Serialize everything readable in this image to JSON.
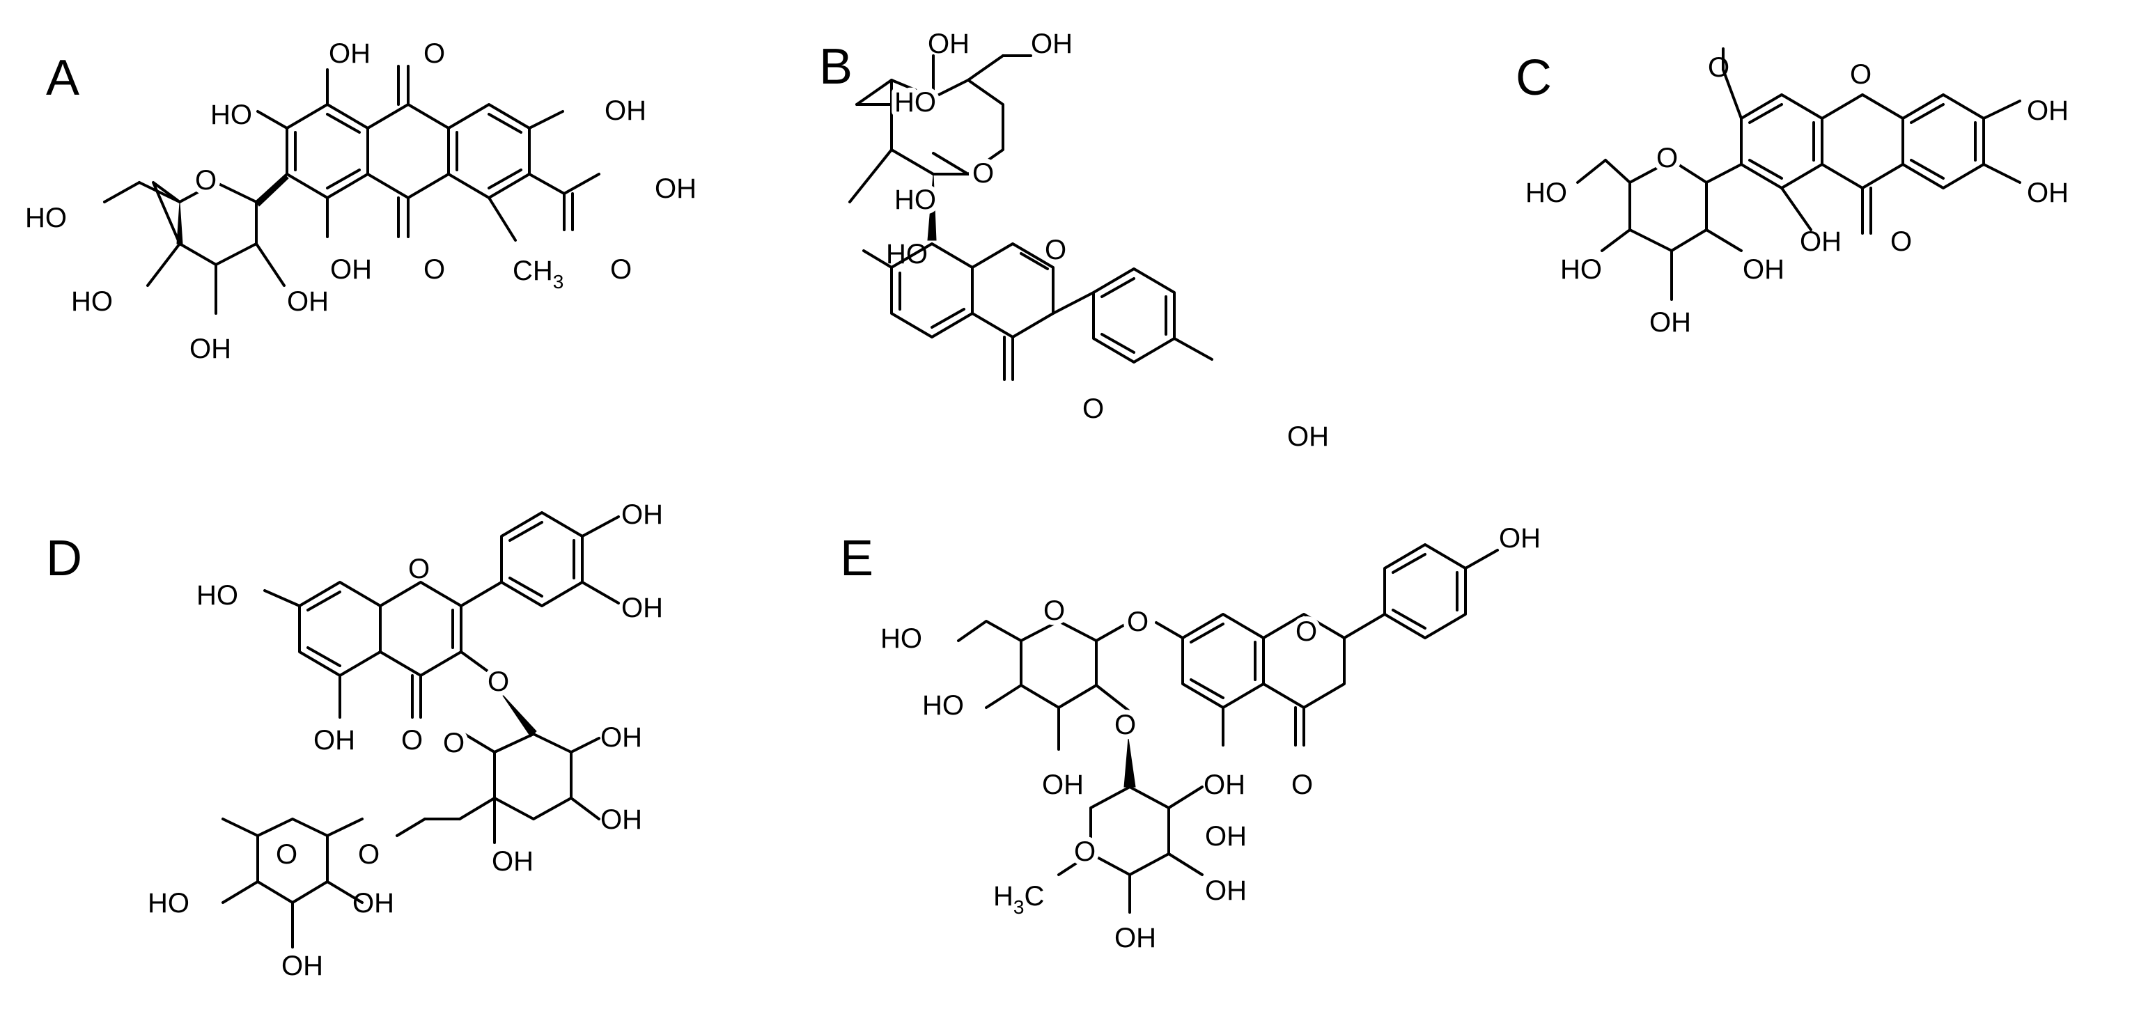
{
  "panels": [
    {
      "letter": "A",
      "labels": {
        "ho1": "HO",
        "oh_top": "OH",
        "o_top": "O",
        "oh_right": "OH",
        "ho_ring": "HO",
        "o_ring": "O",
        "oh_mid": "OH",
        "o_bottom": "O",
        "ch3": "CH",
        "ch3_sub": "3",
        "oh_acid": "OH",
        "o_acid": "O",
        "ho_left": "HO",
        "oh_sugar1": "OH",
        "oh_sugar2": "OH"
      }
    },
    {
      "letter": "B",
      "labels": {
        "oh_top1": "OH",
        "oh_top2": "OH",
        "ho_left": "HO",
        "ho_mid": "HO",
        "o_ring": "O",
        "ho_chrom": "HO",
        "o_chrom": "O",
        "o_keto": "O",
        "oh_phenyl": "OH"
      }
    },
    {
      "letter": "C",
      "labels": {
        "o_methoxy": "O",
        "o_xan": "O",
        "oh_r1": "OH",
        "oh_r2": "OH",
        "ho_left": "HO",
        "o_ring": "O",
        "oh_mid": "OH",
        "o_keto": "O",
        "ho_sugar": "HO",
        "oh_sugar1": "OH",
        "oh_sugar2": "OH"
      }
    },
    {
      "letter": "D",
      "labels": {
        "oh_cat1": "OH",
        "oh_cat2": "OH",
        "ho_left": "HO",
        "o_chrom": "O",
        "o_link": "O",
        "oh_5": "OH",
        "o_keto": "O",
        "o_glc": "O",
        "oh_g1": "OH",
        "o_rha": "O",
        "o_bridge": "O",
        "oh_g2": "OH",
        "oh_g3": "OH",
        "ho_rha": "HO",
        "oh_rha1": "OH",
        "oh_rha2": "OH"
      }
    },
    {
      "letter": "E",
      "labels": {
        "oh_phenyl": "OH",
        "ho_left": "HO",
        "o_glc": "O",
        "o_link": "O",
        "o_chrom": "O",
        "ho_glc": "HO",
        "o_rha_link": "O",
        "oh_glc": "OH",
        "oh_5": "OH",
        "o_keto": "O",
        "o_rha": "O",
        "oh_rha1": "OH",
        "oh_rha2": "OH",
        "h3c": "H",
        "h3c_sub": "3",
        "h3c_c": "C",
        "oh_rha3": "OH"
      }
    }
  ]
}
